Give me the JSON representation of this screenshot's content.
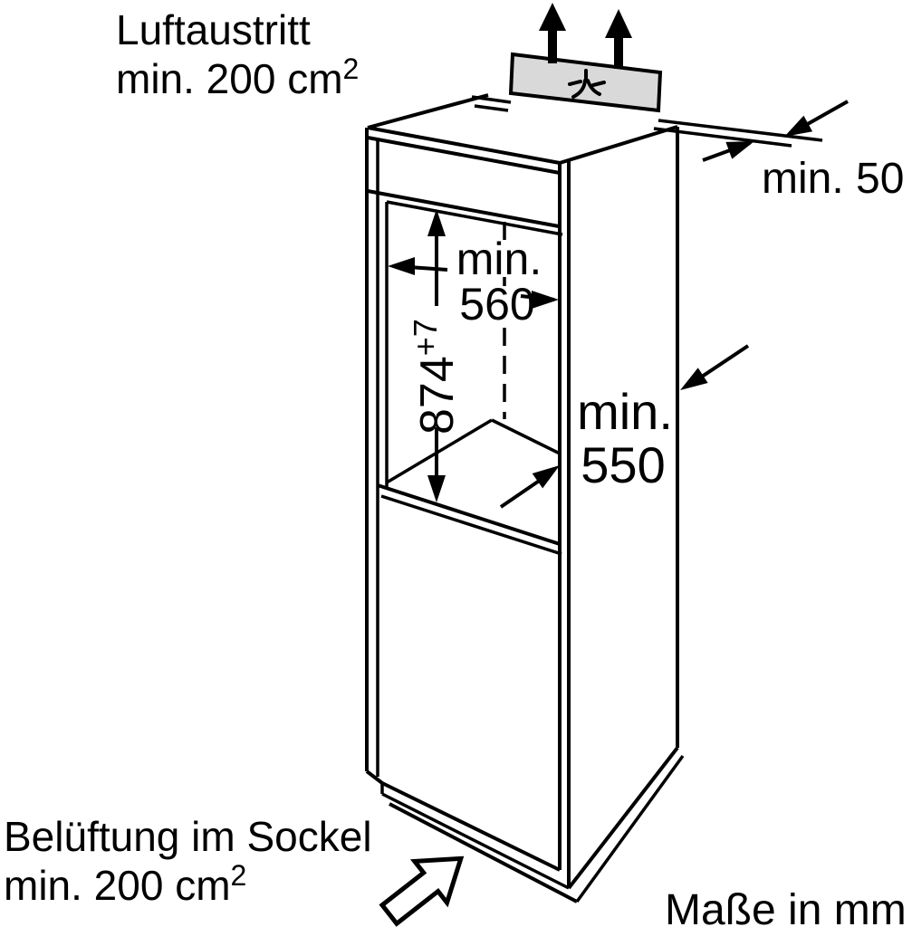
{
  "diagram": {
    "type": "appliance-installation-dimension-drawing",
    "units_note": "Maße in mm",
    "labels": {
      "air_outlet": {
        "line1": "Luftaustritt",
        "line2_main": "min. 200 cm",
        "line2_sup": "2"
      },
      "base_ventilation": {
        "line1": "Belüftung im Sockel",
        "line2_main": "min. 200 cm",
        "line2_sup": "2"
      }
    },
    "dimensions": {
      "rear_wall_gap": "min. 50",
      "niche_width_line1": "min.",
      "niche_width_line2": "560",
      "niche_height_main": "874",
      "niche_height_sup": "+7",
      "niche_depth_line1": "min.",
      "niche_depth_line2": "550"
    },
    "icons": {
      "air_outlet_arrows": "two-up-arrows-icon",
      "airflow_symbol": "airflow-vent-symbol-icon",
      "base_airflow_arrow": "hollow-up-right-arrow-icon"
    },
    "colors": {
      "line": "#000000",
      "vent_panel_fill": "#d9d9d9",
      "background": "#ffffff"
    }
  }
}
